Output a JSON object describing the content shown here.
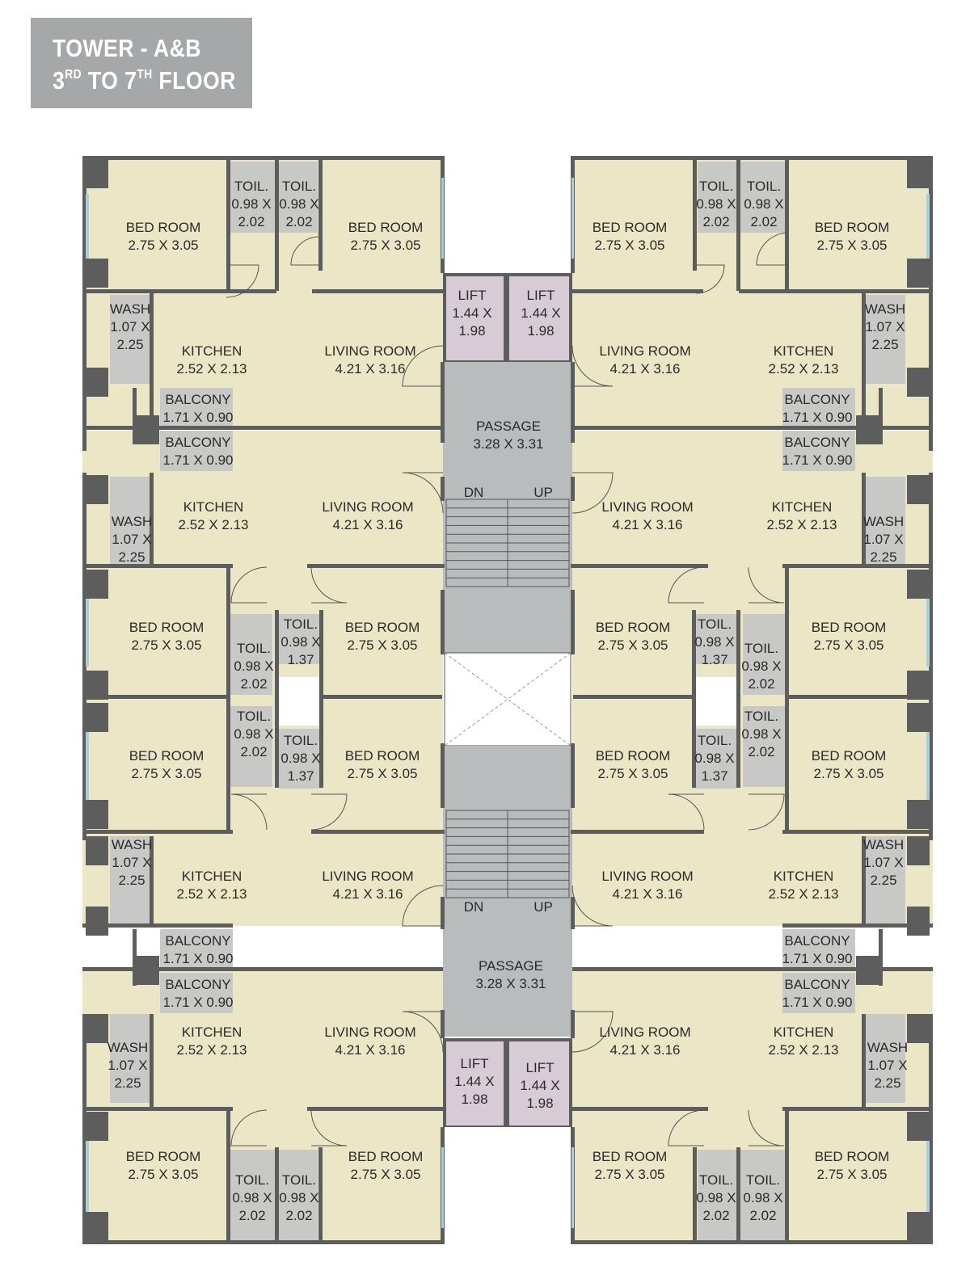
{
  "header": {
    "tower": "TOWER - A&B",
    "floor_from": "3",
    "floor_from_sup": "RD",
    "floor_to_word": "TO",
    "floor_to": "7",
    "floor_to_sup": "TH",
    "floor_word": "FLOOR"
  },
  "colors": {
    "room_fill": "#ebe6c6",
    "wet_fill": "#c8c8c6",
    "passage_fill": "#b9bcbc",
    "lift_fill": "#d7cbd5",
    "wall": "#5d5d5d",
    "window": "#a9cfd8",
    "title_bg": "#a6a7a9"
  },
  "labels": {
    "bed_room": "BED ROOM",
    "bed_dim": "2.75 X 3.05",
    "toilet": "TOIL.",
    "toilet_w": "0.98 X",
    "toilet_h1": "2.02",
    "toilet_h2": "1.37",
    "wash": "WASH",
    "wash_w": "1.07 X",
    "wash_h": "2.25",
    "kitchen": "KITCHEN",
    "kitchen_dim": "2.52 X 2.13",
    "living": "LIVING ROOM",
    "living_dim": "4.21 X 3.16",
    "balcony": "BALCONY",
    "balcony_dim": "1.71 X 0.90",
    "lift": "LIFT",
    "lift_w": "1.44 X",
    "lift_h": "1.98",
    "passage": "PASSAGE",
    "passage_dim": "3.28 X 3.31",
    "dn": "DN",
    "up": "UP"
  }
}
